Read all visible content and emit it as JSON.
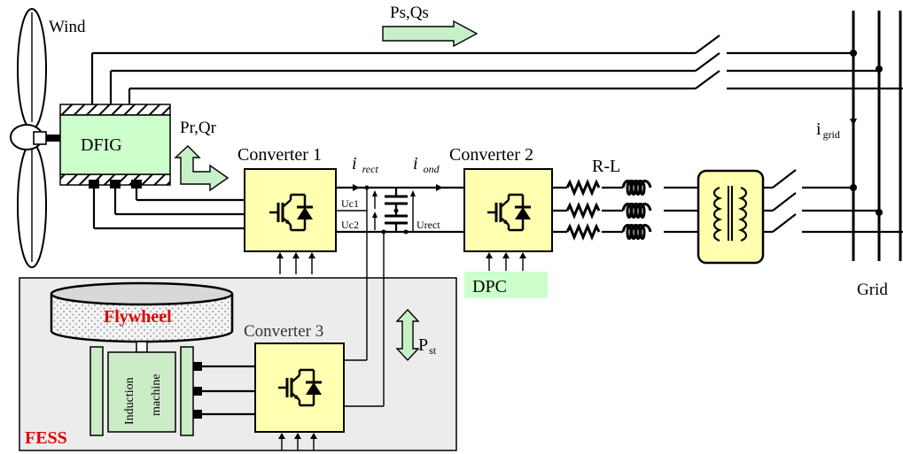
{
  "labels": {
    "wind": "Wind",
    "ps_qs": "Ps,Qs",
    "pr_qr": "Pr,Qr",
    "dfig": "DFIG",
    "converter1": "Converter 1",
    "converter2": "Converter 2",
    "converter3": "Converter 3",
    "i_rect": "i",
    "i_rect_sub": "rect",
    "i_ond": "i",
    "i_ond_sub": "ond",
    "uc1": "Uc1",
    "uc2": "Uc2",
    "urect": "Urect",
    "rl": "R-L",
    "i_grid": "i",
    "i_grid_sub": "grid",
    "grid": "Grid",
    "dpc": "DPC",
    "flywheel": "Flywheel",
    "induction_machine_line1": "Induction",
    "induction_machine_line2": "machine",
    "p_st": "P",
    "p_st_sub": "st",
    "fess": "FESS"
  },
  "colors": {
    "converter_fill": "#ffffb0",
    "dfig_fill": "#ccffcc",
    "machine_fill": "#ccebc7",
    "arrow_fill": "#c8f0c8",
    "dpc_fill": "#ccffcc",
    "fess_panel": "#ececec",
    "label_red": "#e00000"
  }
}
